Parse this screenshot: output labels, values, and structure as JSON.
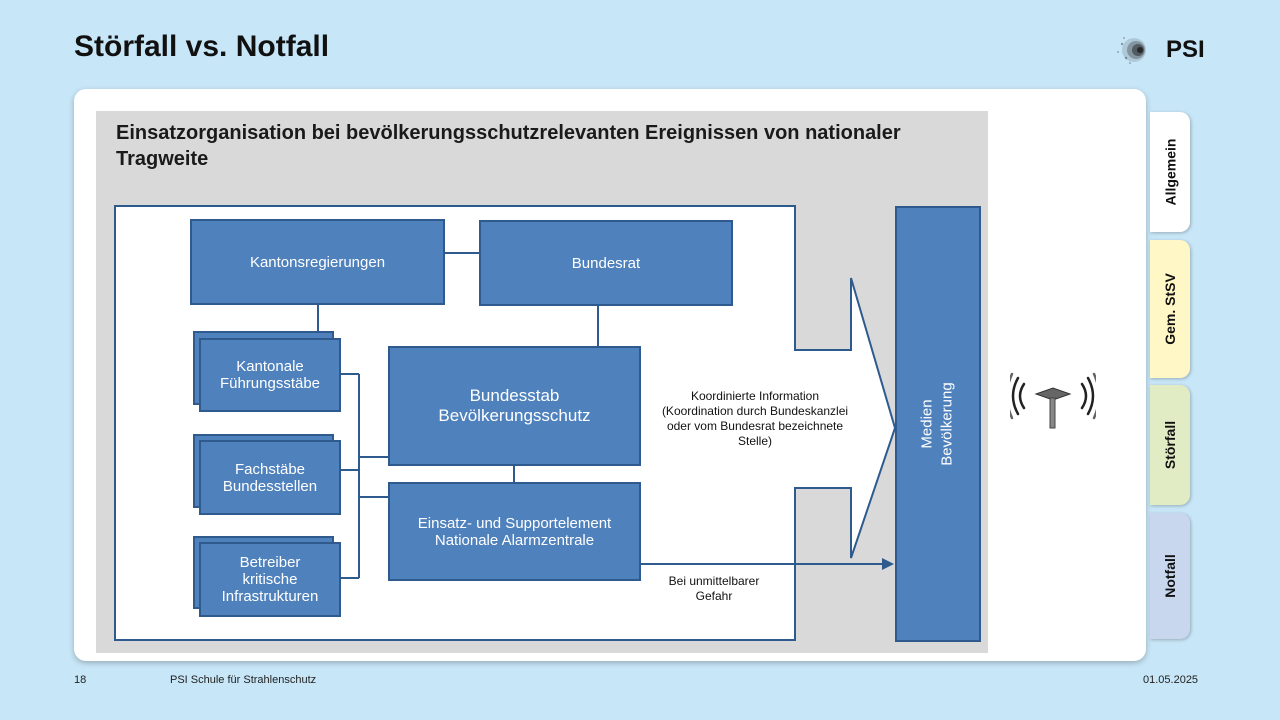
{
  "slide": {
    "title": "Störfall vs. Notfall",
    "logo_text": "PSI"
  },
  "diagram": {
    "title": "Einsatzorganisation bei bevölkerungsschutzrelevanten Ereignissen von nationaler Tragweite",
    "boxes": {
      "kantonsregierungen": "Kantonsregierungen",
      "bundesrat": "Bundesrat",
      "kantonale_fuehrungsstaebe": "Kantonale\nFührungsstäbe",
      "fachstaebe": "Fachstäbe\nBundesstellen",
      "betreiber": "Betreiber\nkritische\nInfrastrukturen",
      "bundesstab": "Bundesstab\nBevölkerungsschutz",
      "einsatz": "Einsatz- und Supportelement\nNationale Alarmzentrale",
      "medien": "Medien\nBevölkerung"
    },
    "notes": {
      "koordinierte": "Koordinierte Information\n(Koordination durch Bundeskanzlei\noder vom Bundesrat bezeichnete\nStelle)",
      "gefahr": "Bei unmittelbarer\nGefahr"
    },
    "icons": {
      "broadcast": "antenna-broadcast-icon"
    }
  },
  "tabs": [
    {
      "label": "Allgemein",
      "color": "#ffffff"
    },
    {
      "label": "Gem. StSV",
      "color": "#fff8c6"
    },
    {
      "label": "Störfall",
      "color": "#e2ecc4"
    },
    {
      "label": "Notfall",
      "color": "#c9d7ee"
    }
  ],
  "footer": {
    "page": "18",
    "org": "PSI Schule für Strahlenschutz",
    "date": "01.05.2025"
  }
}
